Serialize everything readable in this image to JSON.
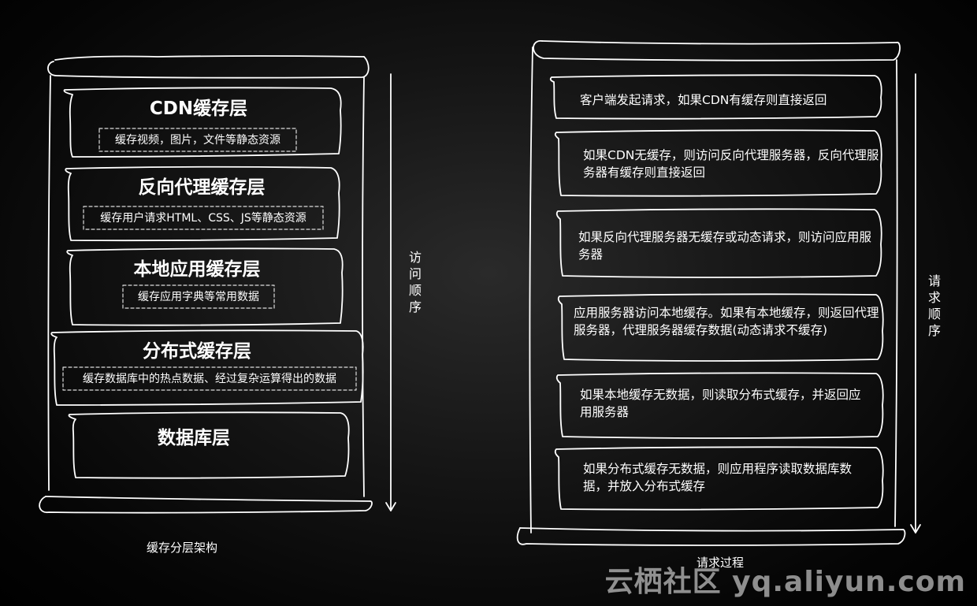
{
  "left": {
    "layers": [
      {
        "title": "CDN缓存层",
        "desc": "缓存视频，图片，文件等静态资源"
      },
      {
        "title": "反向代理缓存层",
        "desc": "缓存用户请求HTML、CSS、JS等静态资源"
      },
      {
        "title": "本地应用缓存层",
        "desc": "缓存应用字典等常用数据"
      },
      {
        "title": "分布式缓存层",
        "desc": "缓存数据库中的热点数据、经过复杂运算得出的数据"
      },
      {
        "title": "数据库层",
        "desc": ""
      }
    ],
    "order_label": "访问顺序",
    "caption": "缓存分层架构"
  },
  "right": {
    "steps": [
      "客户端发起请求，如果CDN有缓存则直接返回",
      "如果CDN无缓存，则访问反向代理服务器，反向代理服务器有缓存则直接返回",
      "如果反向代理服务器无缓存或动态请求，则访问应用服务器",
      "应用服务器访问本地缓存。如果有本地缓存，则返回代理服务器，代理服务器缓存数据(动态请求不缓存)",
      "如果本地缓存无数据，则读取分布式缓存，并返回应用服务器",
      "如果分布式缓存无数据，则应用程序读取数据库数据，并放入分布式缓存"
    ],
    "order_label": "请求顺序",
    "caption": "请求过程"
  },
  "watermark": "云栖社区 yq.aliyun.com"
}
